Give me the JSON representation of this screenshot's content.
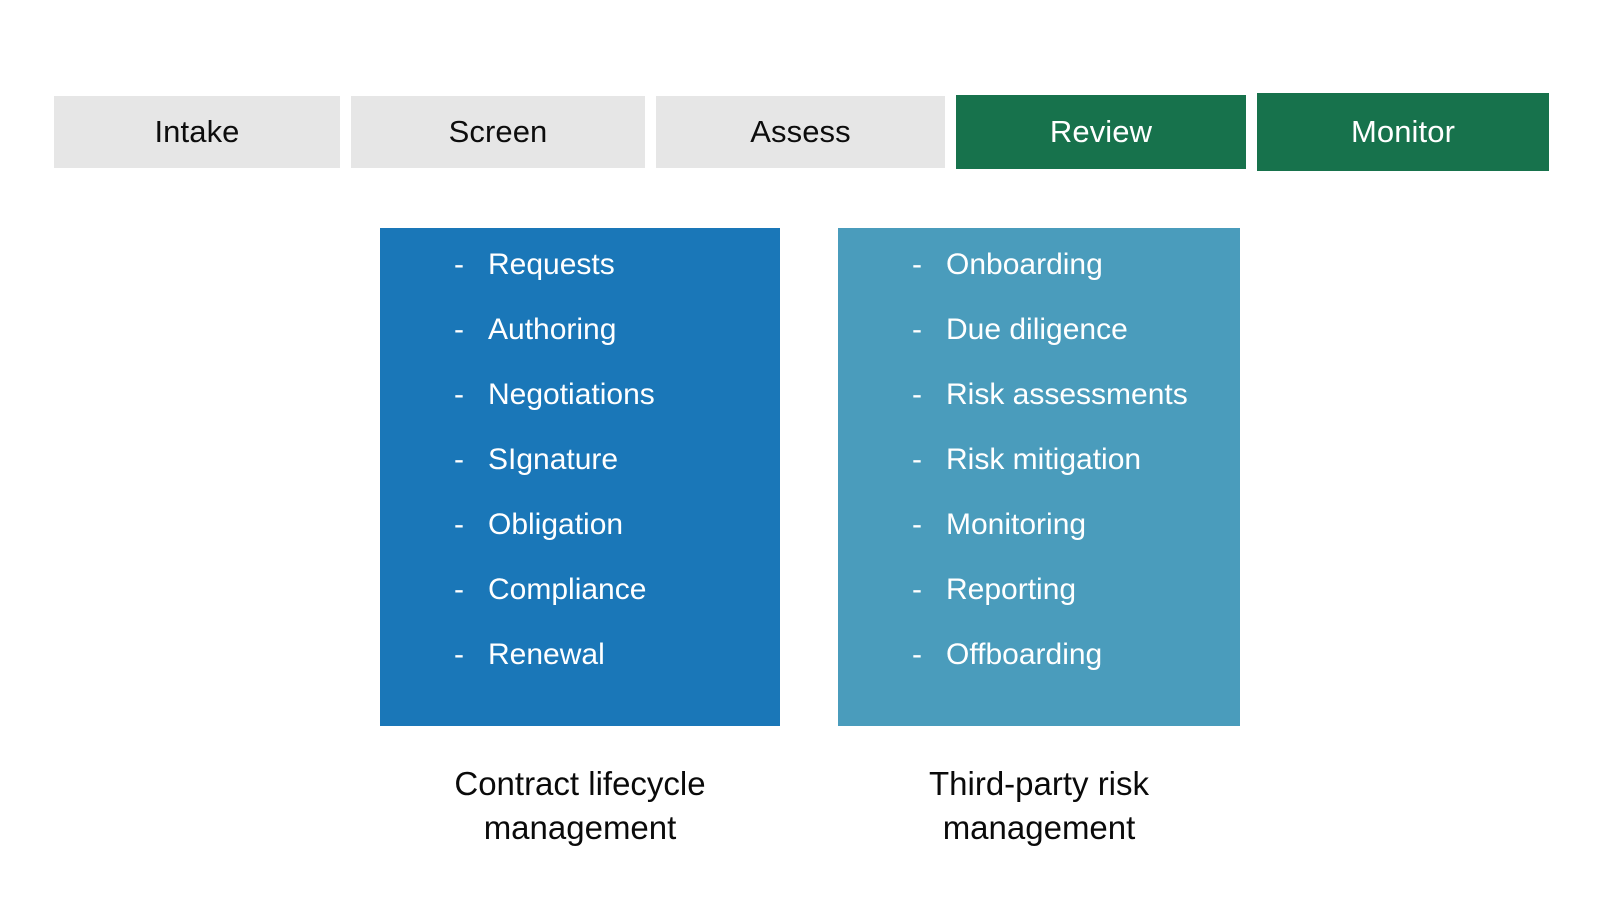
{
  "colors": {
    "tab_inactive_bg": "#e6e6e6",
    "tab_active_bg": "#17724c",
    "tab_active_text": "#ffffff",
    "tab_inactive_text": "#0d0d0d",
    "panel_clm_bg": "#1a77b8",
    "panel_tprm_bg": "#4a9cbc",
    "panel_text": "#ffffff",
    "caption_text": "#0a0a0a",
    "page_bg": "#ffffff"
  },
  "process_tabs": [
    {
      "label": "Intake",
      "state": "inactive"
    },
    {
      "label": "Screen",
      "state": "inactive"
    },
    {
      "label": "Assess",
      "state": "inactive"
    },
    {
      "label": "Review",
      "state": "active"
    },
    {
      "label": "Monitor",
      "state": "active"
    }
  ],
  "panels": [
    {
      "id": "clm",
      "caption": "Contract lifecycle\nmanagement",
      "bullet": "-",
      "items": [
        "Requests",
        "Authoring",
        "Negotiations",
        "SIgnature",
        "Obligation",
        "Compliance",
        "Renewal"
      ]
    },
    {
      "id": "tprm",
      "caption": "Third-party risk\nmanagement",
      "bullet": "-",
      "items": [
        "Onboarding",
        "Due diligence",
        "Risk assessments",
        "Risk mitigation",
        "Monitoring",
        "Reporting",
        "Offboarding"
      ]
    }
  ]
}
